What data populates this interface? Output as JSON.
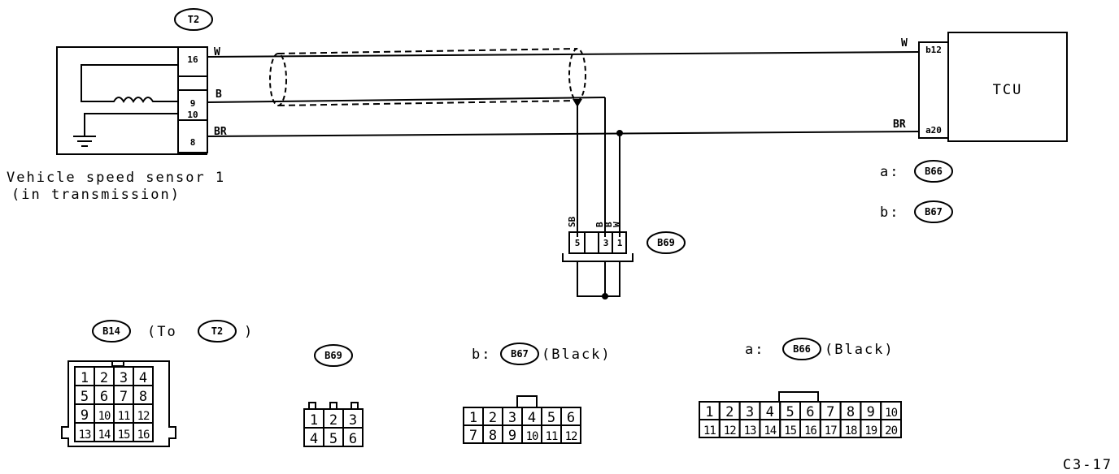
{
  "sensor": {
    "label_line1": "Vehicle speed sensor 1",
    "label_line2": "(in transmission)",
    "connector_ref": "T2",
    "pins": [
      "16",
      "9",
      "10",
      "8"
    ]
  },
  "wires": {
    "w": "W",
    "b": "B",
    "br": "BR",
    "tcu_w": "W",
    "tcu_br": "BR",
    "sb": "SB",
    "b2": "B",
    "b3": "B",
    "b4": "W"
  },
  "tcu": {
    "label": "TCU",
    "pin_top": "b12",
    "pin_bottom": "a20"
  },
  "legend": {
    "a_prefix": "a:",
    "a_ref": "B66",
    "b_prefix": "b:",
    "b_ref": "B67"
  },
  "ground_connector": {
    "ref": "B69",
    "pins": [
      "5",
      "3",
      "1"
    ]
  },
  "connectors": {
    "b14": {
      "ref": "B14",
      "to_text": "(To",
      "to_ref": "T2",
      "close": ")",
      "rows": [
        [
          "1",
          "2",
          "3",
          "4"
        ],
        [
          "5",
          "6",
          "7",
          "8"
        ],
        [
          "9",
          "10",
          "11",
          "12"
        ],
        [
          "13",
          "14",
          "15",
          "16"
        ]
      ]
    },
    "b69": {
      "ref": "B69",
      "rows": [
        [
          "1",
          "2",
          "3"
        ],
        [
          "4",
          "5",
          "6"
        ]
      ]
    },
    "b67": {
      "prefix": "b:",
      "ref": "B67",
      "color": "(Black)",
      "rows": [
        [
          "1",
          "2",
          "3",
          "4",
          "5",
          "6"
        ],
        [
          "7",
          "8",
          "9",
          "10",
          "11",
          "12"
        ]
      ]
    },
    "b66": {
      "prefix": "a:",
      "ref": "B66",
      "color": "(Black)",
      "rows": [
        [
          "1",
          "2",
          "3",
          "4",
          "5",
          "6",
          "7",
          "8",
          "9",
          "10"
        ],
        [
          "11",
          "12",
          "13",
          "14",
          "15",
          "16",
          "17",
          "18",
          "19",
          "20"
        ]
      ]
    }
  },
  "figure_code": "C3-17"
}
